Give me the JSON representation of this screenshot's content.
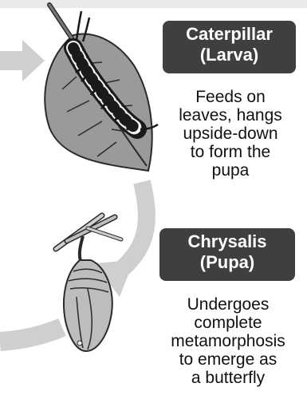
{
  "stages": [
    {
      "id": "caterpillar",
      "title_lines": [
        "Caterpillar",
        "(Larva)"
      ],
      "description_lines": [
        "Feeds on",
        "leaves, hangs",
        "upside-down",
        "to form the",
        "pupa"
      ],
      "illustration": "caterpillar-on-leaf"
    },
    {
      "id": "chrysalis",
      "title_lines": [
        "Chrysalis",
        "(Pupa)"
      ],
      "description_lines": [
        "Undergoes",
        "complete",
        "metamorphosis",
        "to emerge as",
        "a butterfly"
      ],
      "illustration": "chrysalis-on-twig"
    }
  ],
  "colors": {
    "label_bg": "#3f3f3f",
    "label_text": "#ffffff",
    "arrow": "#cfcfcf",
    "leaf": "#9a9a9a",
    "leaf_outline": "#2a2a2a",
    "chrysalis": "#bdbdbd"
  },
  "icons": [
    "cycle-arrow",
    "caterpillar-illustration",
    "leaf-illustration",
    "chrysalis-illustration",
    "twig-illustration"
  ]
}
